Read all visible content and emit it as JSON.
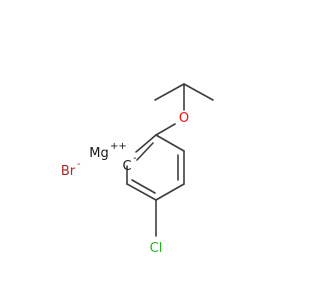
{
  "molecule": {
    "atoms": {
      "oxygen": "O",
      "magnesium": "Mg",
      "magnesium_charge": "++",
      "bromine": "Br",
      "bromine_charge": "-",
      "carbon_anion": "C",
      "carbon_charge": "-",
      "chlorine": "Cl"
    },
    "colors": {
      "bond": "#3c3c3c",
      "oxygen": "#ff0d0d",
      "magnesium": "#1a1a1a",
      "bromine": "#a62929",
      "carbon": "#1a1a1a",
      "chlorine": "#1fb51f"
    }
  }
}
